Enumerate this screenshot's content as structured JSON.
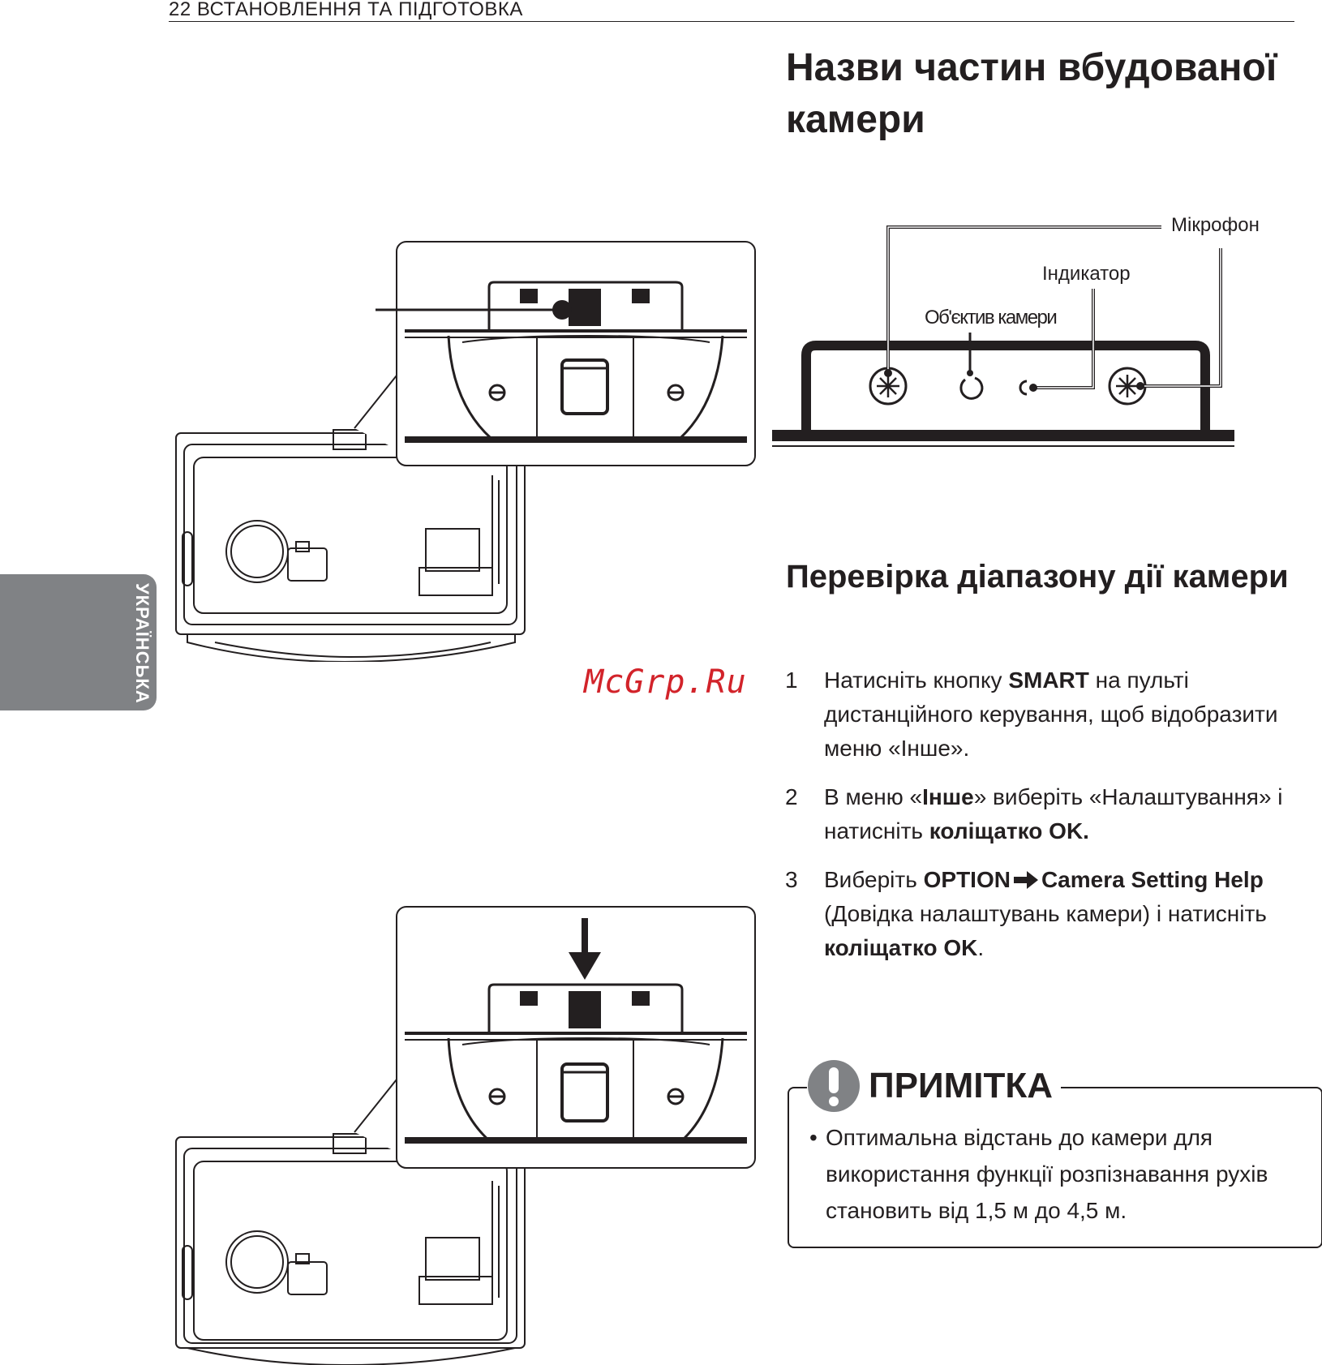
{
  "header": {
    "page_title": "22  ВСТАНОВЛЕННЯ ТА ПІДГОТОВКА"
  },
  "side_tab": {
    "label": "УКРАЇНСЬКА"
  },
  "section1": {
    "title": "Назви частин вбудованої камери"
  },
  "camera_diagram": {
    "microphone_label": "Мікрофон",
    "indicator_label": "Індикатор",
    "lens_label": "Об'єктив камери"
  },
  "watermark": "McGrp.Ru",
  "section2": {
    "title": "Перевірка діапазону дії камери"
  },
  "steps": [
    {
      "num": "1",
      "t1": "Натисніть кнопку ",
      "b1": "SMART",
      "t2": " на пульті дистанційного керування, щоб відобразити меню «Інше»."
    },
    {
      "num": "2",
      "t1": "В меню «",
      "b1": "Інше",
      "t2": "» виберіть «Налаштування» і натисніть ",
      "b2": "коліщатко OK."
    },
    {
      "num": "3",
      "t1": "Виберіть ",
      "b1": "OPTION",
      "b2": "Camera Setting Help",
      "t2": " (Довідка налаштувань камери) і натисніть ",
      "b3": "коліщатко OK",
      "t3": "."
    }
  ],
  "note": {
    "title": "ПРИМІТКА",
    "bullet": "•",
    "text": "Оптимальна відстань до камери для використання функції розпізнавання рухів становить від 1,5 м до 4,5 м."
  },
  "icons": {
    "note_icon": "exclamation-circle-icon",
    "step3_arrow": "arrow-right-icon"
  },
  "colors": {
    "text": "#231f20",
    "tab": "#808285",
    "watermark": "#d2232a"
  }
}
